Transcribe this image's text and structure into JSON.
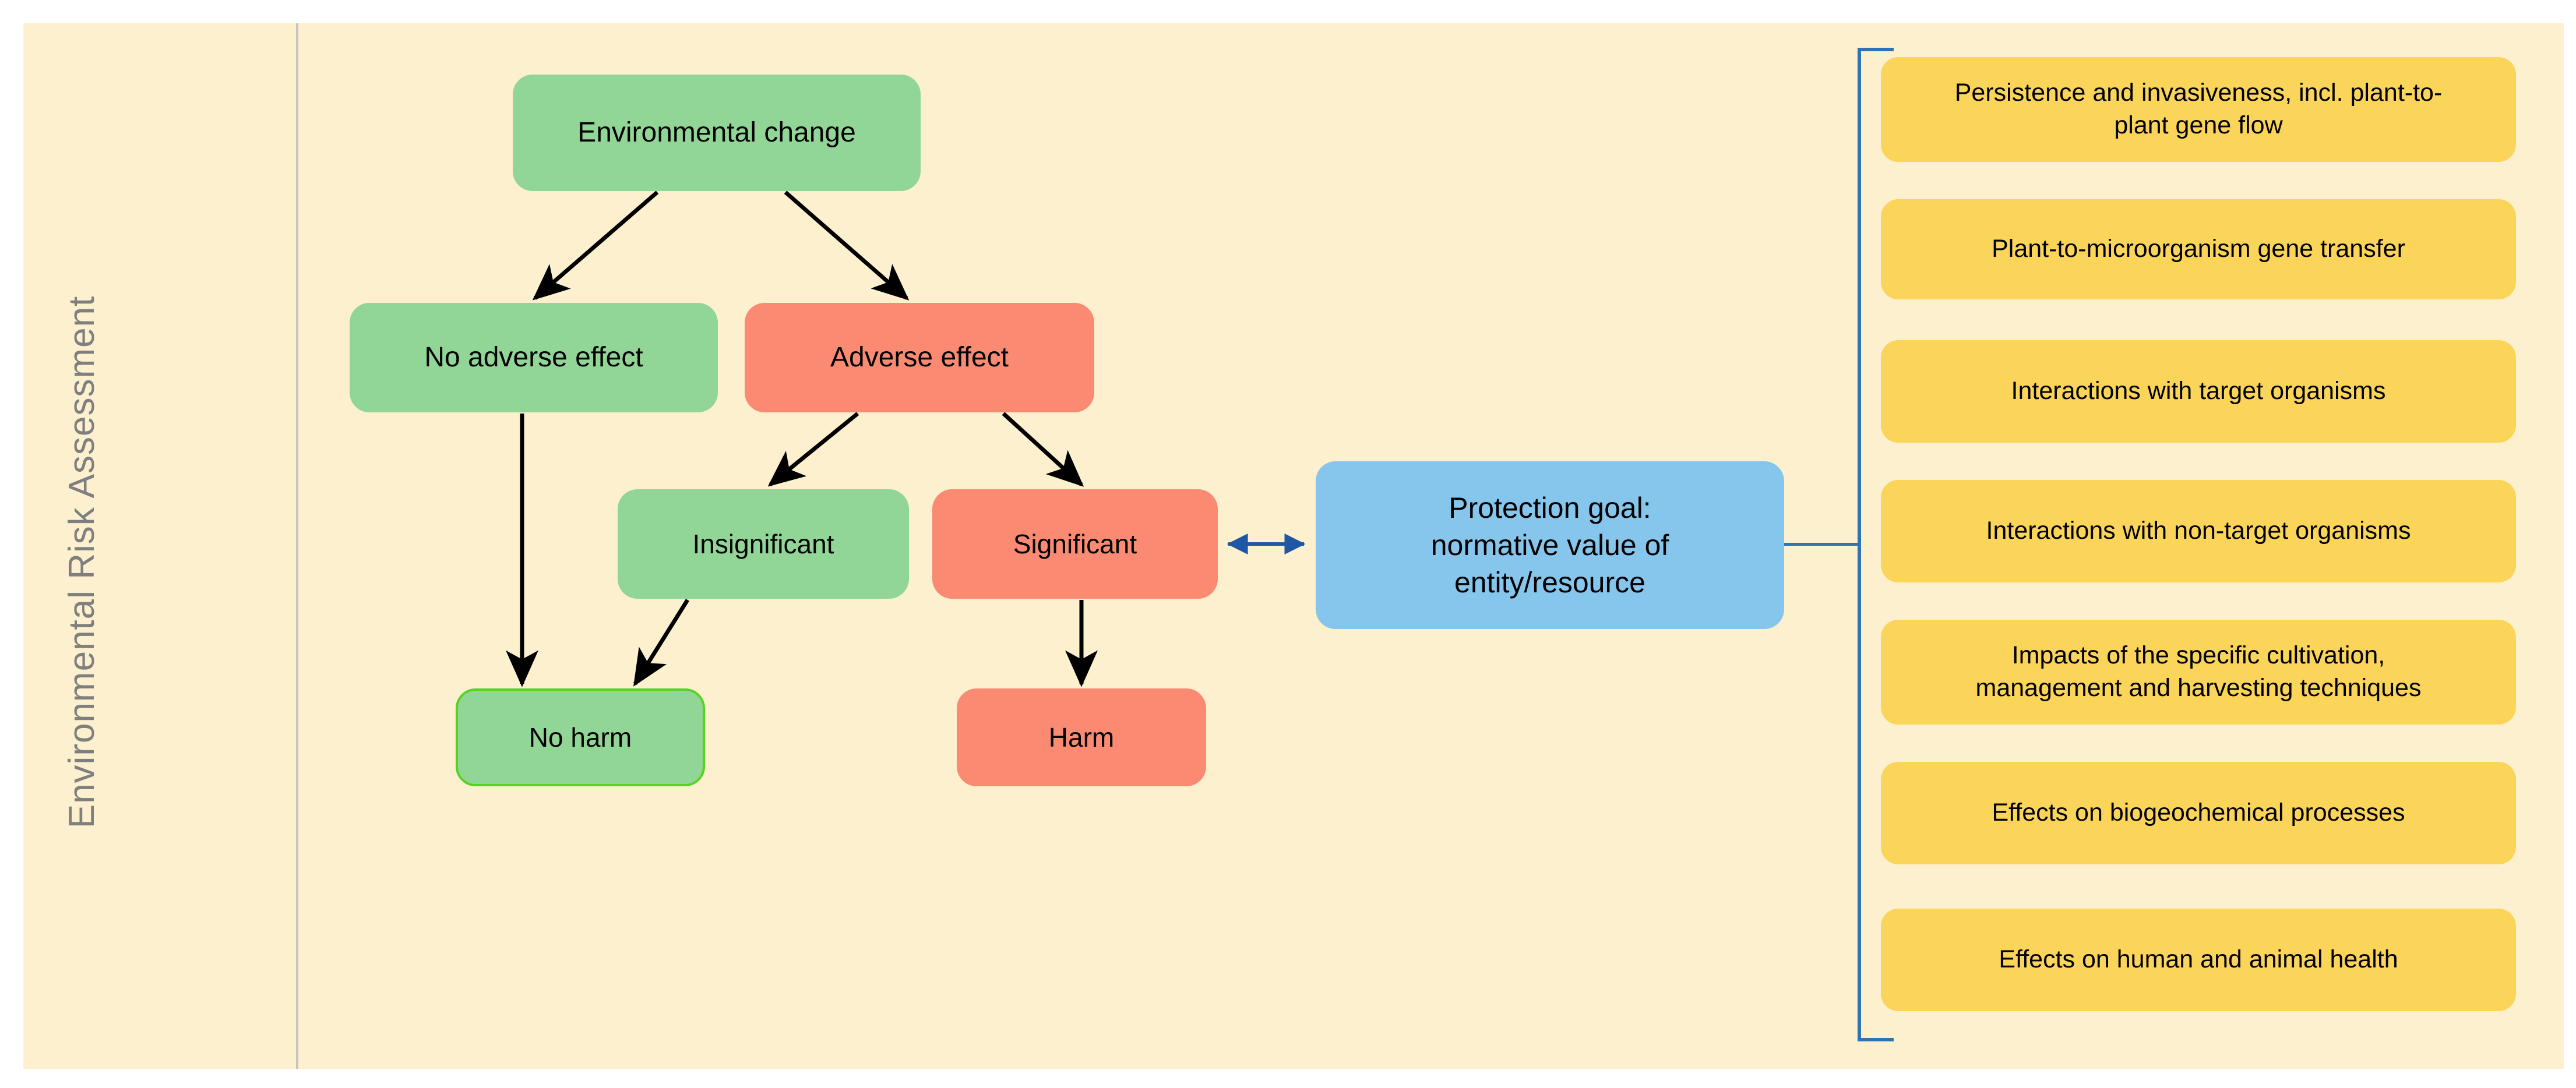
{
  "section": {
    "label": "Environmental Risk Assessment"
  },
  "flow": {
    "nodes": [
      {
        "id": "environmental-change",
        "label": "Environmental change",
        "color": "#91D696"
      },
      {
        "id": "no-adverse-effect",
        "label": "No adverse effect",
        "color": "#91D696"
      },
      {
        "id": "adverse-effect",
        "label": "Adverse effect",
        "color": "#FA8A72"
      },
      {
        "id": "insignificant",
        "label": "Insignificant",
        "color": "#91D696"
      },
      {
        "id": "significant",
        "label": "Significant",
        "color": "#FA8A72"
      },
      {
        "id": "no-harm",
        "label": "No harm",
        "color": "#91D696"
      },
      {
        "id": "harm",
        "label": "Harm",
        "color": "#FA8A72"
      },
      {
        "id": "protection-goal",
        "label": "Protection goal: normative value of entity/resource",
        "color": "#86C5EC"
      }
    ],
    "protection_goal_lines": [
      "Protection goal:",
      "normative value of",
      "entity/resource"
    ],
    "edges": [
      {
        "from": "environmental-change",
        "to": "no-adverse-effect",
        "style": "arrow",
        "color": "#000000"
      },
      {
        "from": "environmental-change",
        "to": "adverse-effect",
        "style": "arrow",
        "color": "#000000"
      },
      {
        "from": "no-adverse-effect",
        "to": "no-harm",
        "style": "arrow",
        "color": "#000000"
      },
      {
        "from": "adverse-effect",
        "to": "insignificant",
        "style": "arrow",
        "color": "#000000"
      },
      {
        "from": "adverse-effect",
        "to": "significant",
        "style": "arrow",
        "color": "#000000"
      },
      {
        "from": "insignificant",
        "to": "no-harm",
        "style": "arrow",
        "color": "#000000"
      },
      {
        "from": "significant",
        "to": "harm",
        "style": "arrow",
        "color": "#000000"
      },
      {
        "from": "significant",
        "to": "protection-goal",
        "style": "double-arrow",
        "color": "#1F57A5"
      }
    ]
  },
  "criteria": {
    "bracket_color": "#2E74B5",
    "items": [
      {
        "label": "Persistence and invasiveness, incl. plant-to-plant gene flow",
        "lines": [
          "Persistence and invasiveness, incl. plant-to-",
          "plant gene flow"
        ]
      },
      {
        "label": "Plant-to-microorganism gene transfer",
        "lines": [
          "Plant-to-microorganism gene transfer"
        ]
      },
      {
        "label": "Interactions with target organisms",
        "lines": [
          "Interactions with target organisms"
        ]
      },
      {
        "label": "Interactions with non-target organisms",
        "lines": [
          "Interactions with non-target organisms"
        ]
      },
      {
        "label": "Impacts of the specific cultivation, management and harvesting techniques",
        "lines": [
          "Impacts of the specific cultivation,",
          "management and harvesting techniques"
        ]
      },
      {
        "label": "Effects on biogeochemical processes",
        "lines": [
          "Effects on biogeochemical processes"
        ]
      },
      {
        "label": "Effects on human and animal health",
        "lines": [
          "Effects on human and animal health"
        ]
      }
    ]
  },
  "colors": {
    "background": "#FDF0CE",
    "green": "#91D696",
    "green_outline": "#57D321",
    "red": "#FA8A72",
    "blue": "#86C5EC",
    "yellow": "#FBD45A",
    "bracket_blue": "#2E74B5",
    "arrow_blue": "#1F57A5",
    "divider_grey": "#C9C4BA",
    "label_grey": "#7F7F7F"
  }
}
